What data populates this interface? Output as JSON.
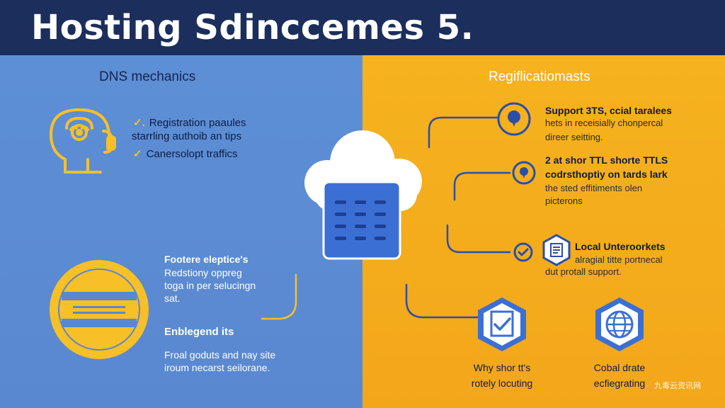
{
  "header": {
    "title": "Hosting Sdinccemes 5."
  },
  "left_panel": {
    "heading": "DNS mechanics",
    "bullets": [
      {
        "mark": "✓.",
        "text": "Registration paaules"
      },
      {
        "mark": "",
        "text": "starrling authoib an tips"
      },
      {
        "mark": "✓",
        "text": "Canersolopt traffics"
      }
    ],
    "features": {
      "title": "Footere eleptice's",
      "lines": [
        "Redstiony oppreg",
        "toga in per selucingn",
        "sat."
      ]
    },
    "enhanced": {
      "title": "Enblegend its",
      "lines": [
        "Froal goduts and nay site",
        "iroum necarst seilorane."
      ]
    }
  },
  "right_panel": {
    "heading": "Regiflicatiomasts",
    "items": [
      {
        "bold": "Support 3TS, ccial taralees",
        "lines": [
          "hets in receisially chonpercal",
          "direer seitting."
        ]
      },
      {
        "bold": "2 at shor TTL shorte TTLS",
        "bold2": "codrsthoptiy on tards lark",
        "lines": [
          "the sted effitiments olen",
          "picterons"
        ]
      },
      {
        "bold": "Local Unteroorkets",
        "lines": [
          "alragial titte portnecal",
          "dut protall support."
        ]
      }
    ],
    "bottom_labels": [
      {
        "line1": "Why shor tt's",
        "line2": "rotely locuting"
      },
      {
        "line1": "Cobal drate",
        "line2": "ecfiegrating"
      }
    ]
  },
  "watermark": "九毒云资讯网",
  "colors": {
    "header_bg": "#1b2e5c",
    "left_bg": "#5d8fd6",
    "right_bg": "#f6b21f",
    "accent_yellow": "#f7c026",
    "icon_blue": "#3b6fd4"
  }
}
